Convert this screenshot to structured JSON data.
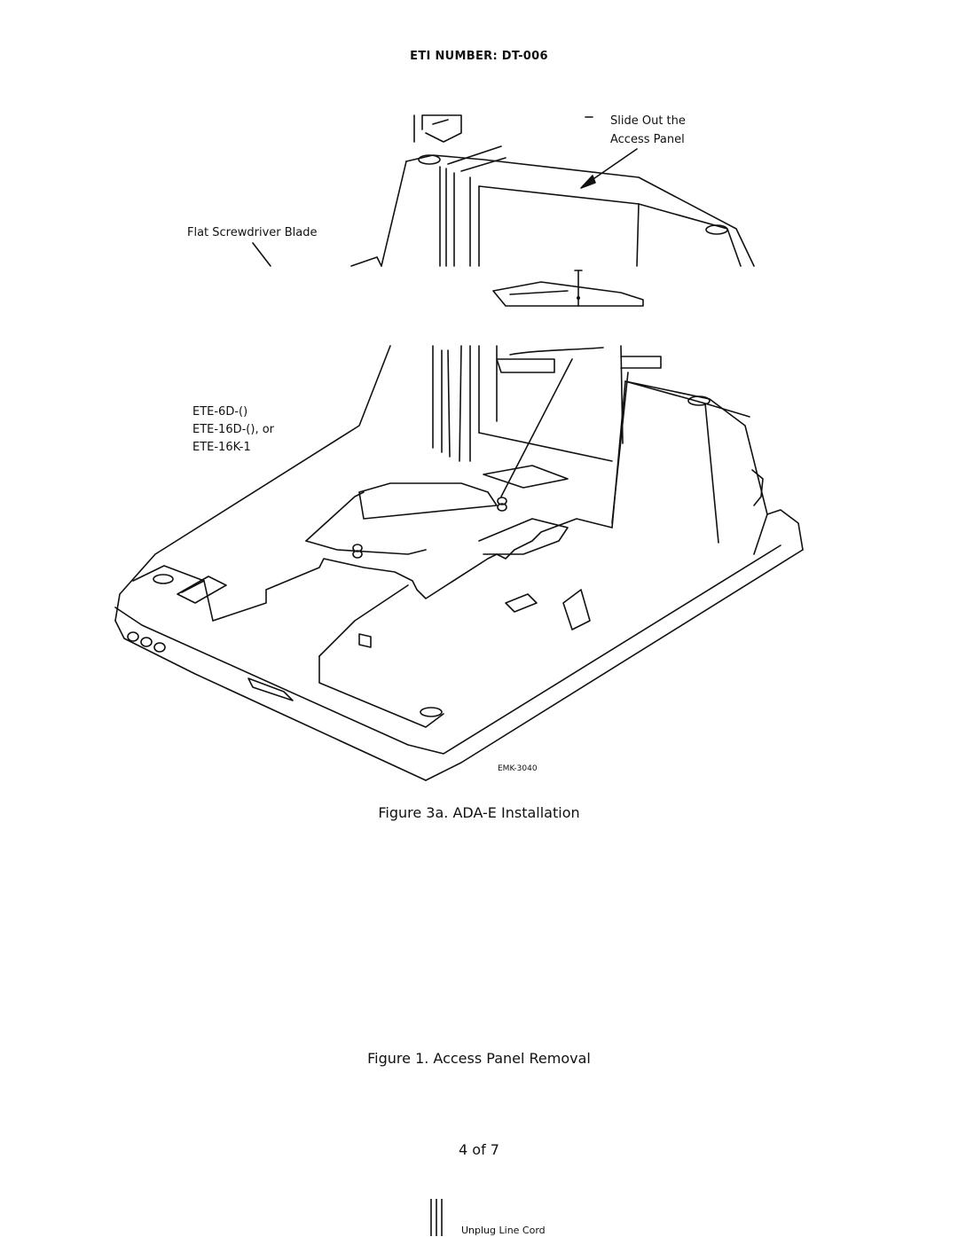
{
  "header": {
    "eti_number": "ETI NUMBER: DT-006"
  },
  "callouts": {
    "slide_out_line1": "Slide Out the",
    "slide_out_line2": "Access Panel",
    "screwdriver": "Flat Screwdriver Blade",
    "model_line1": "ETE-6D-()",
    "model_line2": "ETE-16D-(), or",
    "model_line3": "ETE-16K-1",
    "drawing_code": "EMK-3040",
    "unplug": "Unplug Line Cord"
  },
  "captions": {
    "figure_3a": "Figure 3a. ADA-E Installation",
    "figure_1": "Figure 1. Access Panel Removal"
  },
  "footer": {
    "page": "4 of 7"
  }
}
